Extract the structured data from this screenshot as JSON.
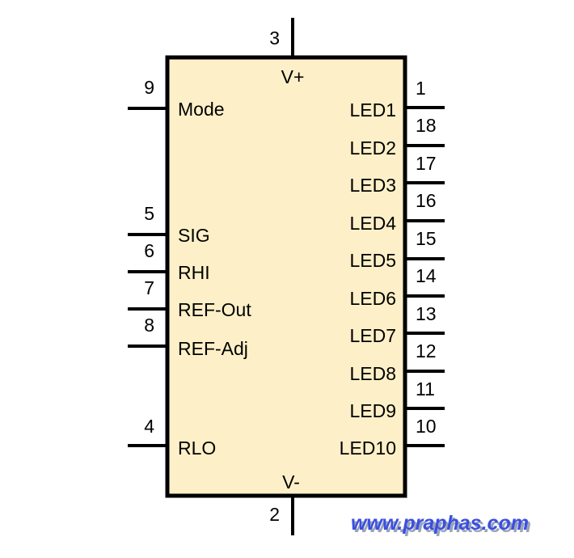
{
  "colors": {
    "body_fill": "#fdf0c8",
    "stroke": "#000000",
    "watermark": "#3a4fe0"
  },
  "chip": {
    "top_pin": {
      "number": "3",
      "label": "V+"
    },
    "bottom_pin": {
      "number": "2",
      "label": "V-"
    },
    "left_pins": [
      {
        "number": "9",
        "label": "Mode"
      },
      {
        "number": "5",
        "label": "SIG"
      },
      {
        "number": "6",
        "label": "RHI"
      },
      {
        "number": "7",
        "label": "REF-Out"
      },
      {
        "number": "8",
        "label": "REF-Adj"
      },
      {
        "number": "4",
        "label": "RLO"
      }
    ],
    "right_pins": [
      {
        "number": "1",
        "label": "LED1"
      },
      {
        "number": "18",
        "label": "LED2"
      },
      {
        "number": "17",
        "label": "LED3"
      },
      {
        "number": "16",
        "label": "LED4"
      },
      {
        "number": "15",
        "label": "LED5"
      },
      {
        "number": "14",
        "label": "LED6"
      },
      {
        "number": "13",
        "label": "LED7"
      },
      {
        "number": "12",
        "label": "LED8"
      },
      {
        "number": "11",
        "label": "LED9"
      },
      {
        "number": "10",
        "label": "LED10"
      }
    ]
  },
  "watermark": "www.praphas.com"
}
